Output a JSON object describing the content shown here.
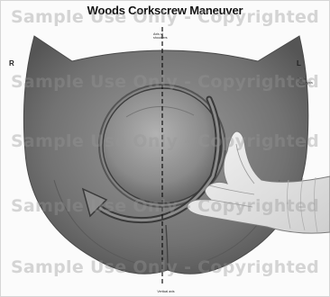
{
  "title": "Woods Corkscrew Maneuver",
  "side_right": "R",
  "side_left": "L",
  "labels": {
    "axis_of_shoulders": [
      "Axis of",
      "shoulders"
    ],
    "pubic_symphysis": [
      "Pubic",
      "symphysis"
    ],
    "vertical_axis": "Vertical axis"
  },
  "watermark": "Sample Use Only - Copyrighted",
  "colors": {
    "background": "#fbfbfb",
    "skin_gray": "#7a7a7a",
    "head": "#9a9a9a",
    "glove": "#e9e9e9",
    "text": "#111111"
  }
}
